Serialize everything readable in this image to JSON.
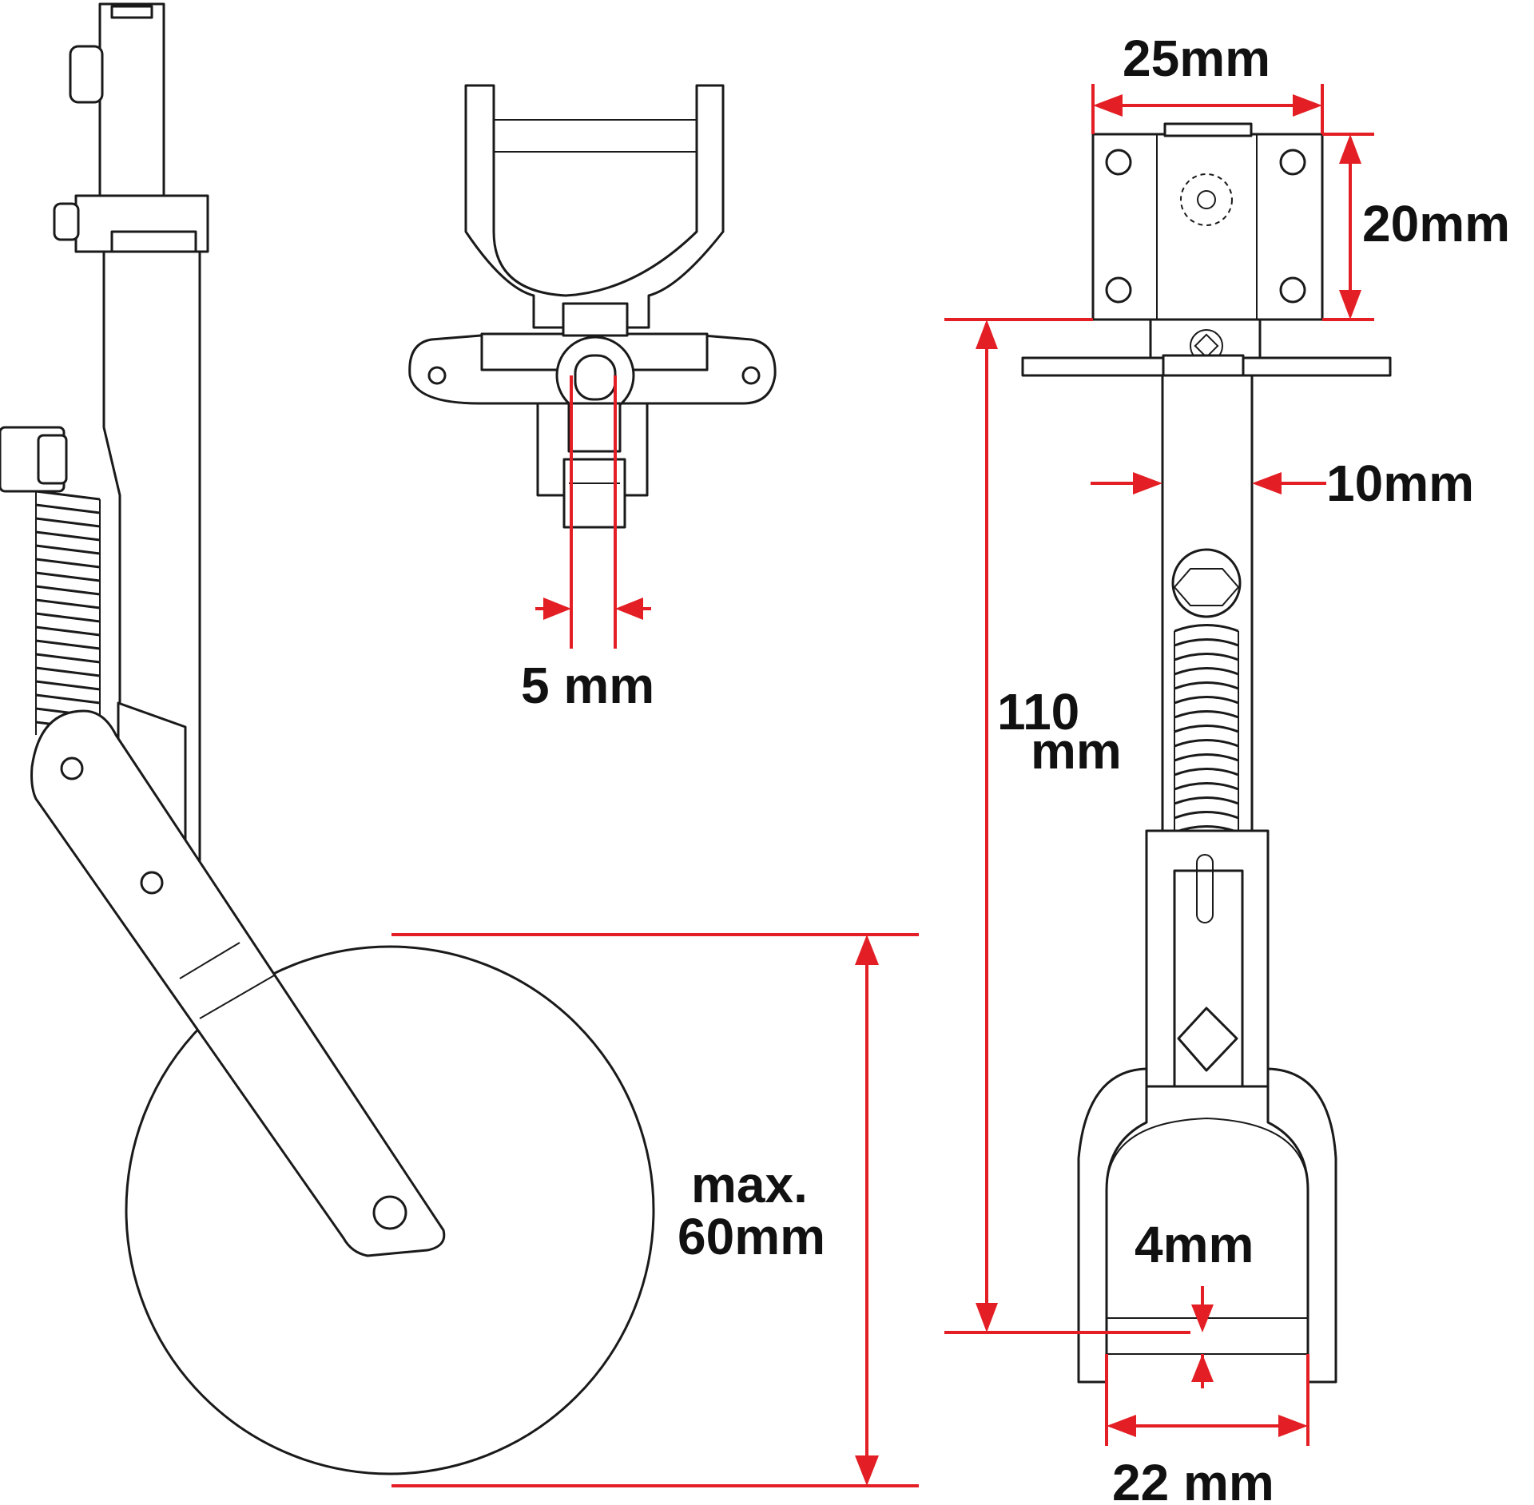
{
  "colors": {
    "dimension_line": "#e31e24",
    "outline": "#1a1a1a",
    "background": "#ffffff"
  },
  "dimensions": {
    "top_width": "25mm",
    "mount_height": "20mm",
    "strut_width": "10mm",
    "total_height_line1": "110",
    "total_height_line2": "mm",
    "axle_dia": "4mm",
    "fork_width": "22 mm",
    "pin_dia": "5 mm",
    "wheel_line1": "max.",
    "wheel_line2": "60mm"
  }
}
